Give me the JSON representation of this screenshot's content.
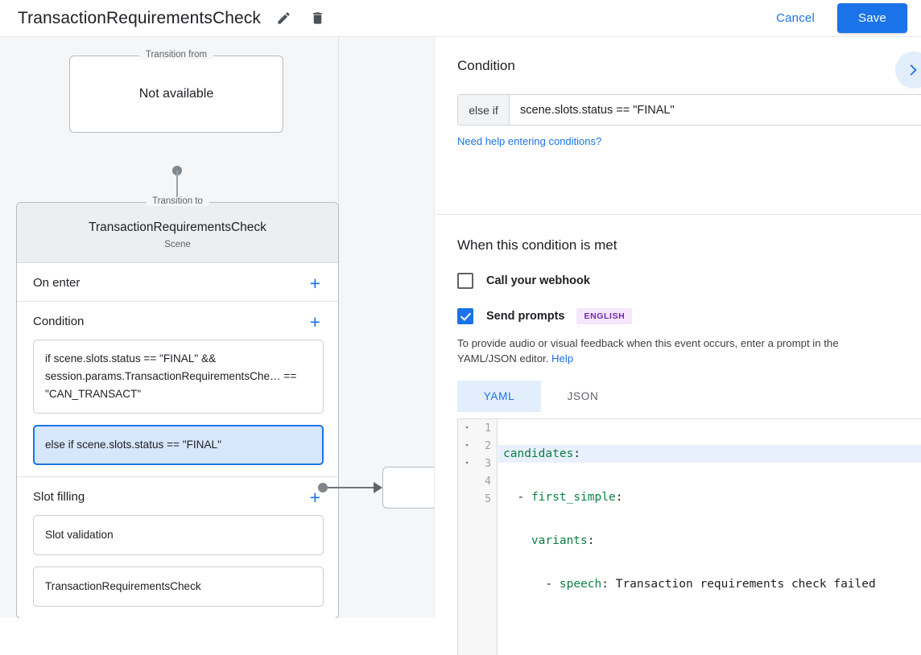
{
  "topbar": {
    "title": "TransactionRequirementsCheck",
    "edit_icon": "pencil-icon",
    "delete_icon": "trash-icon",
    "cancel_label": "Cancel",
    "save_label": "Save",
    "accent_color": "#1a73e8"
  },
  "graph": {
    "from_node": {
      "legend": "Transition from",
      "value": "Not available"
    },
    "to_node": {
      "legend": "Transition to",
      "title": "TransactionRequirementsCheck",
      "subtitle": "Scene"
    },
    "sections": [
      {
        "title": "On enter",
        "add_label": "+",
        "items": []
      },
      {
        "title": "Condition",
        "add_label": "+",
        "items": [
          {
            "text": "if scene.slots.status == \"FINAL\" && session.params.TransactionRequirementsChe… == \"CAN_TRANSACT\"",
            "selected": false
          },
          {
            "text": "else if scene.slots.status == \"FINAL\"",
            "selected": true
          }
        ]
      },
      {
        "title": "Slot filling",
        "add_label": "+",
        "items": [
          {
            "text": "Slot validation",
            "selected": false
          },
          {
            "text": "TransactionRequirementsCheck",
            "selected": false
          }
        ]
      }
    ]
  },
  "detail": {
    "condition": {
      "heading": "Condition",
      "prefix": "else if",
      "value": "scene.slots.status == \"FINAL\"",
      "help_link": "Need help entering conditions?",
      "expand_icon": "chevron-right-icon"
    },
    "when_met": {
      "heading": "When this condition is met",
      "webhook": {
        "label": "Call your webhook",
        "checked": false
      },
      "prompts": {
        "label": "Send prompts",
        "checked": true,
        "badge": "ENGLISH"
      },
      "description_text": "To provide audio or visual feedback when this event occurs, enter a prompt in the YAML/JSON editor. ",
      "description_link": "Help"
    },
    "editor": {
      "tabs": [
        {
          "label": "YAML",
          "active": true
        },
        {
          "label": "JSON",
          "active": false
        }
      ],
      "line_numbers": [
        "1",
        "2",
        "3",
        "4",
        "5"
      ],
      "fold_markers": [
        "▾",
        "▾",
        "▾",
        "",
        ""
      ],
      "lines": [
        {
          "key": "candidates",
          "punct": ":",
          "indent": "",
          "dash": "",
          "rest": "",
          "highlight": true
        },
        {
          "key": "first_simple",
          "punct": ":",
          "indent": "  ",
          "dash": "- ",
          "rest": "",
          "highlight": false
        },
        {
          "key": "variants",
          "punct": ":",
          "indent": "    ",
          "dash": "",
          "rest": "",
          "highlight": false
        },
        {
          "key": "speech",
          "punct": ":",
          "indent": "      ",
          "dash": "- ",
          "rest": " Transaction requirements check failed",
          "highlight": false
        },
        {
          "key": "",
          "punct": "",
          "indent": "",
          "dash": "",
          "rest": "",
          "highlight": false
        }
      ]
    }
  }
}
